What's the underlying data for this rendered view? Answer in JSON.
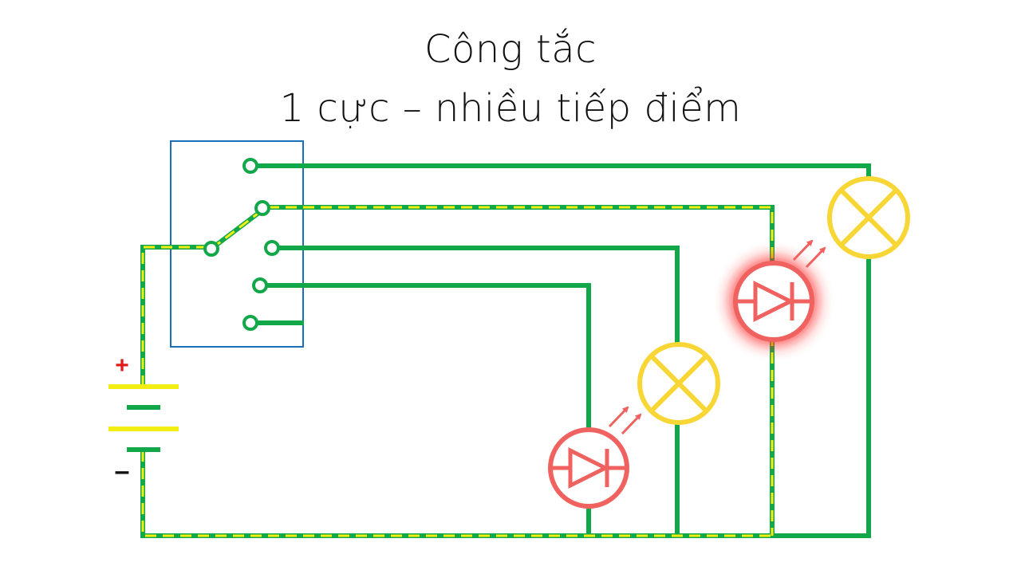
{
  "title": {
    "line1": "Công tắc",
    "line2": "1 cực – nhiều tiếp điểm"
  },
  "battery": {
    "positive_label": "+",
    "negative_label": "–"
  },
  "switch": {
    "type": "single-pole multi-throw",
    "contacts": 5,
    "active_contact": 2
  },
  "loads": [
    {
      "name": "led-lower",
      "kind": "led",
      "state": "off"
    },
    {
      "name": "lamp-lower",
      "kind": "lamp",
      "state": "off"
    },
    {
      "name": "led-upper",
      "kind": "led",
      "state": "on"
    },
    {
      "name": "lamp-upper",
      "kind": "lamp",
      "state": "off"
    }
  ],
  "colors": {
    "wire": "#12a84a",
    "current_highlight": "#f2ee14",
    "switch_box": "#1b6fb8",
    "lamp": "#f8d635",
    "led": "#f0625f",
    "led_glow": "#ff2222",
    "positive_sign": "#e11a1a",
    "negative_sign": "#111111"
  }
}
